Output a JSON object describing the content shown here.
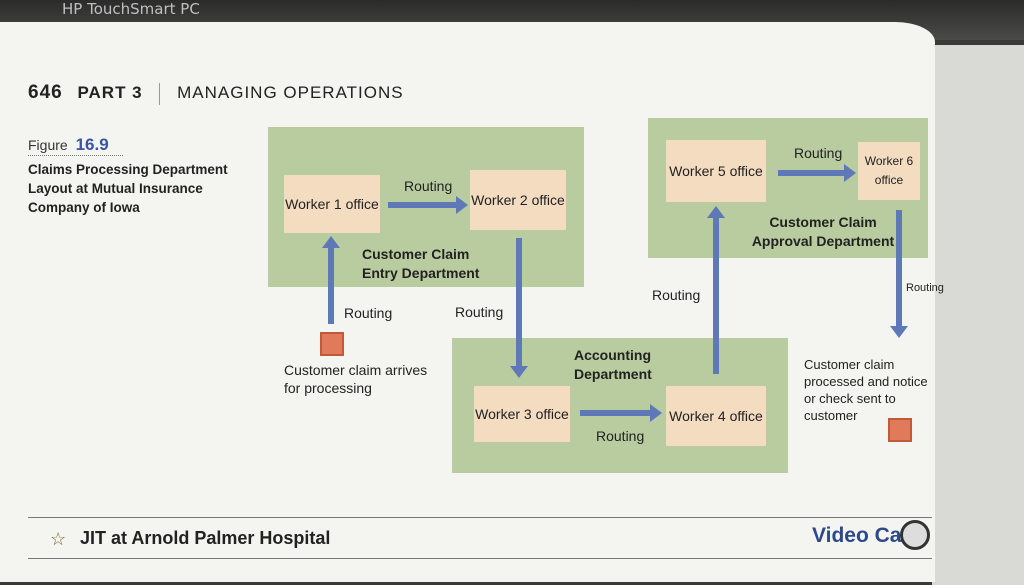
{
  "device_label": "HP TouchSmart PC",
  "header": {
    "page_number": "646",
    "part": "PART 3",
    "section": "MANAGING OPERATIONS"
  },
  "figure": {
    "label": "Figure",
    "number": "16.9",
    "title": "Claims Processing Department Layout at Mutual Insurance Company of Iowa"
  },
  "offices": {
    "w1": "Worker 1 office",
    "w2": "Worker 2 office",
    "w3": "Worker 3 office",
    "w4": "Worker 4 office",
    "w5": "Worker 5 office",
    "w6": "Worker 6 office"
  },
  "departments": {
    "entry": "Customer Claim Entry Department",
    "accounting": "Accounting Department",
    "approval": "Customer Claim Approval Department"
  },
  "routing_label": "Routing",
  "notes": {
    "arrives": "Customer claim arrives for processing",
    "processed": "Customer claim processed and notice or check sent to customer"
  },
  "footer": {
    "title": "JIT at Arnold Palmer Hospital",
    "video": "Video Case"
  }
}
